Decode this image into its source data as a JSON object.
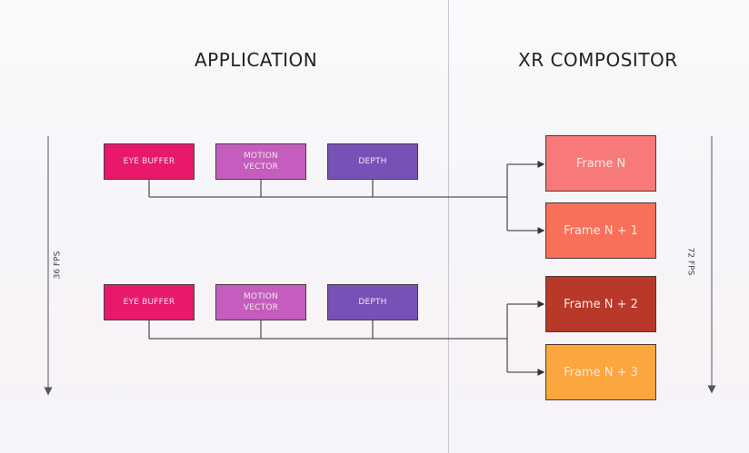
{
  "headings": {
    "application": "APPLICATION",
    "compositor": "XR COMPOSITOR"
  },
  "application": {
    "fps_label": "36 FPS",
    "rows": [
      {
        "boxes": [
          {
            "label": "EYE BUFFER",
            "color": "#e8196a"
          },
          {
            "label": "MOTION\nVECTOR",
            "color": "#c45dbd"
          },
          {
            "label": "DEPTH",
            "color": "#7752b6"
          }
        ]
      },
      {
        "boxes": [
          {
            "label": "EYE BUFFER",
            "color": "#e8196a"
          },
          {
            "label": "MOTION\nVECTOR",
            "color": "#c45dbd"
          },
          {
            "label": "DEPTH",
            "color": "#7752b6"
          }
        ]
      }
    ]
  },
  "compositor": {
    "fps_label": "72 FPS",
    "frames": [
      {
        "label": "Frame N",
        "color": "#f7797a"
      },
      {
        "label": "Frame N + 1",
        "color": "#f8705a"
      },
      {
        "label": "Frame N + 2",
        "color": "#b8382a"
      },
      {
        "label": "Frame N + 3",
        "color": "#fba63e"
      }
    ]
  },
  "line_color": "#555555"
}
